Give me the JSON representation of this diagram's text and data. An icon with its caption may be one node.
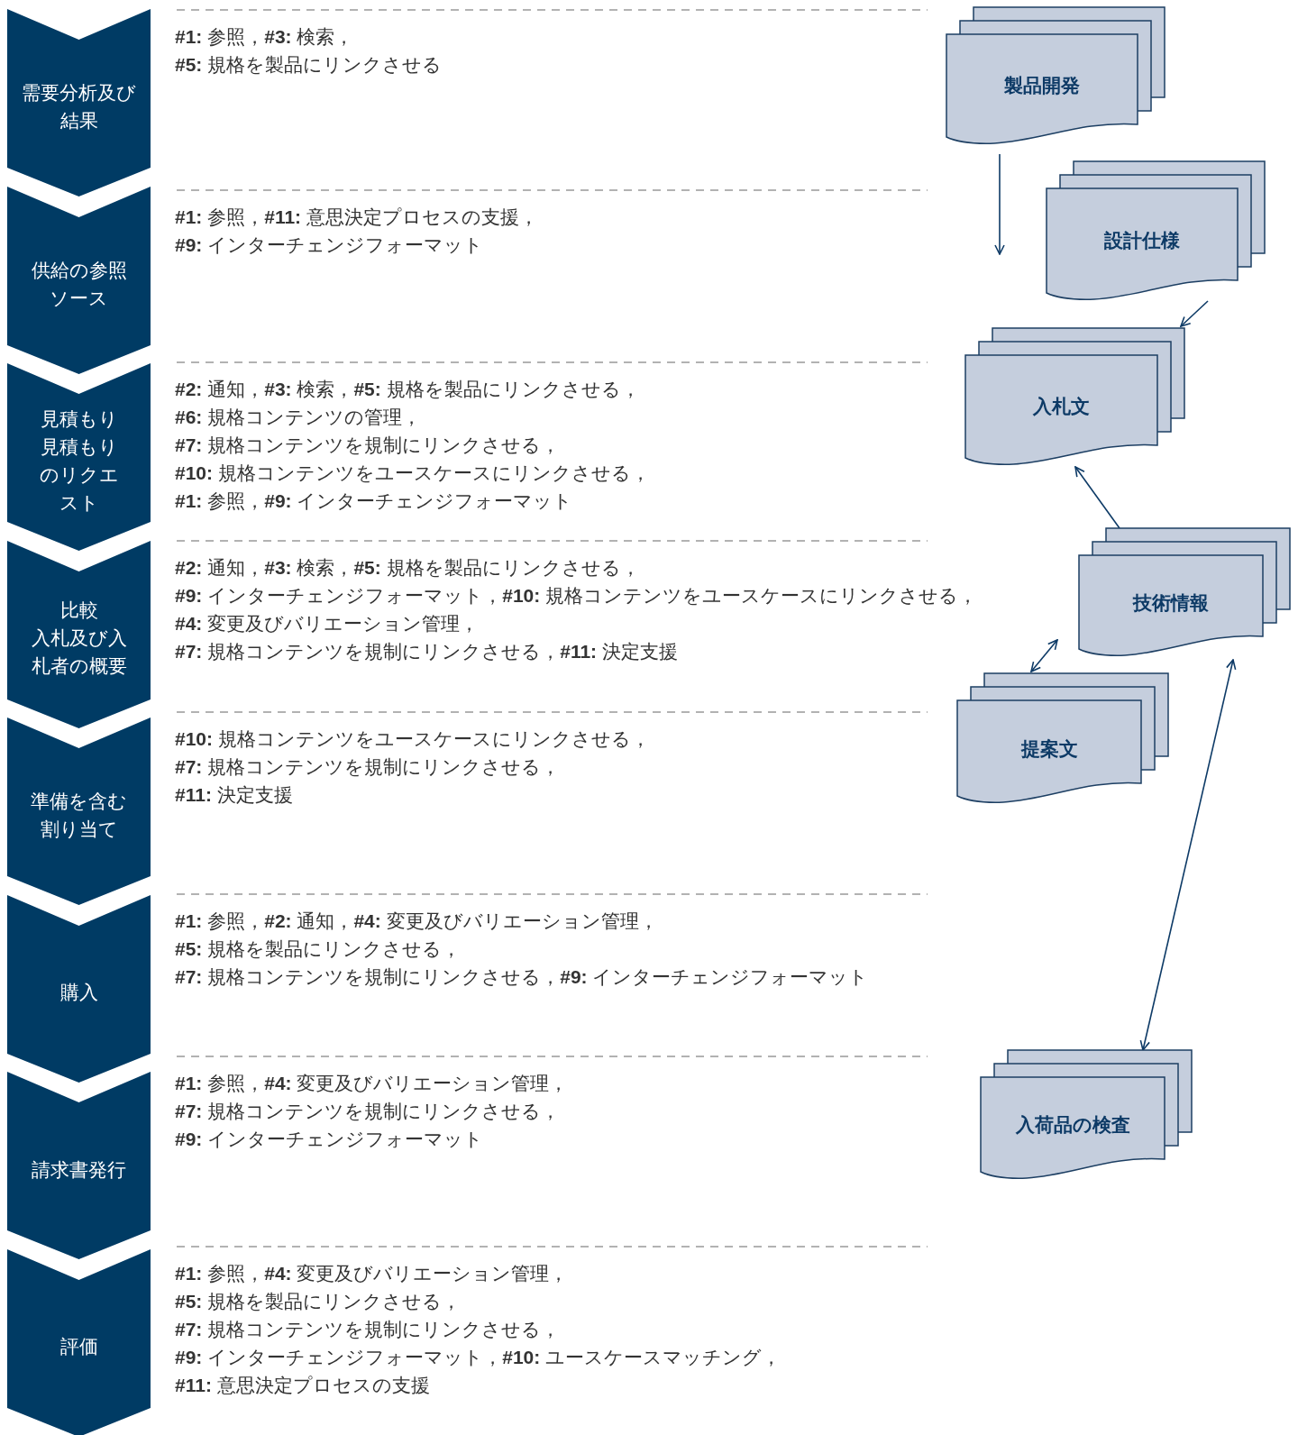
{
  "diagram": {
    "nodes": [
      {
        "text": [
          "需要分析及び結果"
        ],
        "beside": [
          "**#1:** 参照，**#3:** 検索，",
          "**#5:** 規格を製品にリンクさせる"
        ]
      },
      {
        "text": [
          "供給の参照ソース"
        ],
        "beside": [
          "**#1:** 参照，**#11:** 意思決定プロセスの支援，",
          "**#9:** インターチェンジフォーマット"
        ]
      },
      {
        "text": [
          "見積もり",
          "見積もりのリクエスト"
        ],
        "beside": [
          "**#2:** 通知，**#3:** 検索，**#5:** 規格を製品にリンクさせる，",
          "**#6:** 規格コンテンツの管理，",
          "**#7:** 規格コンテンツを規制にリンクさせる，",
          "**#10:** 規格コンテンツをユースケースにリンクさせる，",
          "**#1:** 参照，**#9:** インターチェンジフォーマット"
        ]
      },
      {
        "text": [
          "比較",
          "入札及び入札者の概要"
        ],
        "beside": [
          "**#2:** 通知，**#3:** 検索，**#5:** 規格を製品にリンクさせる，",
          "**#9:** インターチェンジフォーマット，**#10:** 規格コンテンツをユースケースにリンクさせる，",
          "**#4:** 変更及びバリエーション管理，",
          "**#7:** 規格コンテンツを規制にリンクさせる，**#11:** 決定支援"
        ]
      },
      {
        "text": [
          "準備を含む割り当て"
        ],
        "beside": [
          "**#10:** 規格コンテンツをユースケースにリンクさせる，",
          "**#7:** 規格コンテンツを規制にリンクさせる，",
          "**#11:** 決定支援"
        ]
      },
      {
        "text": [
          "購入"
        ],
        "beside": [
          "**#1:** 参照，**#2:** 通知，**#4:** 変更及びバリエーション管理，",
          "**#5:** 規格を製品にリンクさせる，",
          "**#7:** 規格コンテンツを規制にリンクさせる，**#9:** インターチェンジフォーマット"
        ]
      },
      {
        "text": [
          "請求書発行"
        ],
        "beside": [
          "**#1:** 参照，**#4:** 変更及びバリエーション管理，",
          "**#7:** 規格コンテンツを規制にリンクさせる，",
          "**#9:** インターチェンジフォーマット"
        ]
      },
      {
        "text": [
          "評価"
        ],
        "beside": [
          "**#1:** 参照，**#4:** 変更及びバリエーション管理，",
          "**#5:** 規格を製品にリンクさせる，",
          "**#7:** 規格コンテンツを規制にリンクさせる，",
          "**#9:** インターチェンジフォーマット，**#10:** ユースケースマッチング，",
          "**#11:** 意思決定プロセスの支援"
        ]
      },
      {
        "text": [
          "製品開発"
        ]
      },
      {
        "text": [
          "設計仕様"
        ]
      },
      {
        "text": [
          "入札文"
        ]
      },
      {
        "text": [
          "技術情報"
        ]
      },
      {
        "text": [
          "提案文"
        ]
      },
      {
        "text": [
          "入荷品の検査"
        ]
      }
    ],
    "edges": [
      {
        "from": 8,
        "to": null,
        "arrow": "to"
      },
      {
        "from": 9,
        "to": 10,
        "arrow": "to"
      },
      {
        "from": 11,
        "to": 10,
        "arrow": "to"
      },
      {
        "from": 12,
        "to": 11,
        "arrow": "both"
      },
      {
        "from": 11,
        "to": 13,
        "arrow": "both"
      }
    ]
  }
}
